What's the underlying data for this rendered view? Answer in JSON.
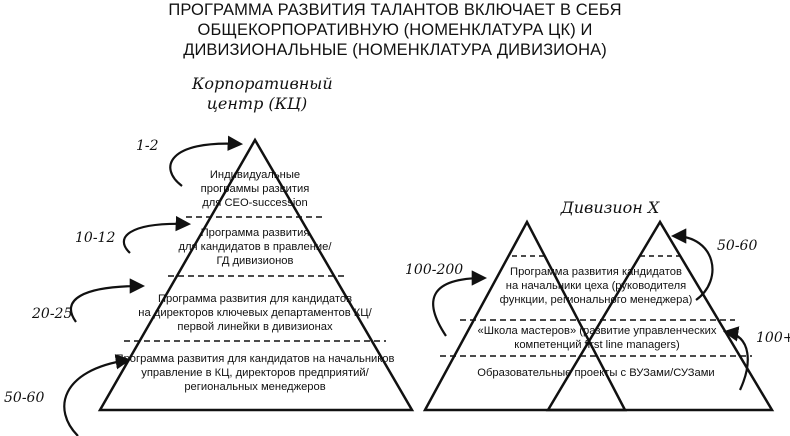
{
  "title": {
    "line1": "ПРОГРАММА РАЗВИТИЯ ТАЛАНТОВ ВКЛЮЧАЕТ В СЕБЯ",
    "line2": "ОБЩЕКОРПОРАТИВНУЮ (НОМЕНКЛАТУРА ЦК) И",
    "line3": "ДИВИЗИОНАЛЬНЫЕ (НОМЕНКЛАТУРА ДИВИЗИОНА)"
  },
  "corporate": {
    "heading_line1": "Корпоративный",
    "heading_line2": "центр (КЦ)",
    "levels": [
      {
        "count": "1-2",
        "lines": [
          "Индивидуальные",
          "программы развития",
          "для CEO-succession"
        ]
      },
      {
        "count": "10-12",
        "lines": [
          "Программа развития",
          "для кандидатов в правление/",
          "ГД дивизионов"
        ]
      },
      {
        "count": "20-25",
        "lines": [
          "Программа развития для кандидатов",
          "на директоров ключевых департаментов КЦ/",
          "первой линейки в дивизионах"
        ]
      },
      {
        "count": "50-60",
        "lines": [
          "Программа развития для кандидатов на начальников",
          "управление в КЦ, директоров предприятий/",
          "региональных менеджеров"
        ]
      }
    ]
  },
  "division": {
    "heading": "Дивизион X",
    "counts": {
      "top_left": "100-200",
      "top_right": "50-60",
      "middle_right": "100+"
    },
    "levels": [
      {
        "lines": [
          "Программа развития кандидатов",
          "на начальники цеха (руководителя",
          "функции, регионального менеджера)"
        ]
      },
      {
        "lines": [
          "«Школа мастеров» (развитие управленческих",
          "компетенций first line managers)"
        ]
      },
      {
        "lines": [
          "Образовательные проекты с ВУЗами/СУЗами"
        ]
      }
    ]
  }
}
